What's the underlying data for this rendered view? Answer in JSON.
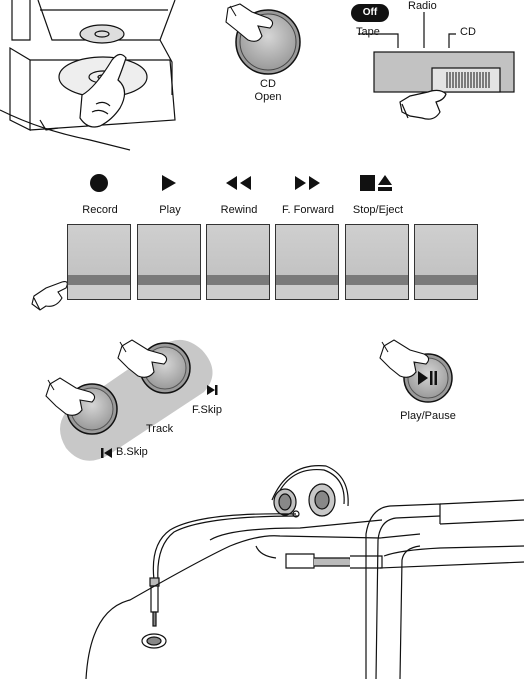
{
  "cd_open": {
    "line1": "CD",
    "line2": "Open"
  },
  "mode_switch": {
    "off": "Off",
    "radio": "Radio",
    "tape": "Tape",
    "cd": "CD"
  },
  "tape_keys": [
    {
      "label": "Record",
      "icon": "record-icon"
    },
    {
      "label": "Play",
      "icon": "play-icon"
    },
    {
      "label": "Rewind",
      "icon": "rewind-icon"
    },
    {
      "label": "F. Forward",
      "icon": "fast-forward-icon"
    },
    {
      "label": "Stop/Eject",
      "icon": "stop-eject-icon"
    },
    {
      "label": "",
      "icon": ""
    }
  ],
  "track": {
    "label": "Track",
    "fskip": "F.Skip",
    "bskip": "B.Skip"
  },
  "play_pause": {
    "label": "Play/Pause"
  }
}
